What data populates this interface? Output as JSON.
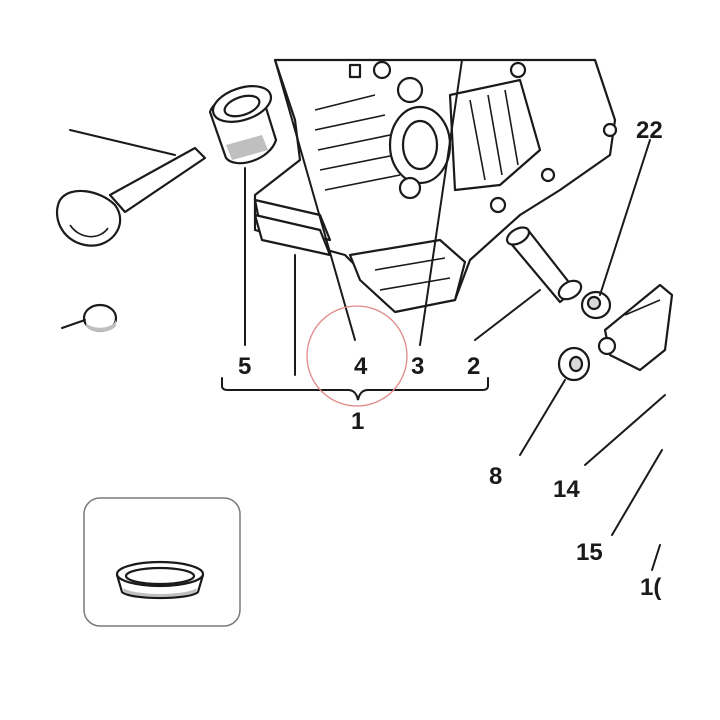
{
  "callouts": {
    "c1": "1",
    "c2": "2",
    "c3": "3",
    "c4": "4",
    "c5": "5",
    "c8": "8",
    "c14": "14",
    "c15": "15",
    "c10": "1(",
    "c22": "22"
  },
  "colors": {
    "line": "#1a1a1a",
    "focus_ring": "#e08a8a",
    "inset_border": "#7a7a7a"
  }
}
